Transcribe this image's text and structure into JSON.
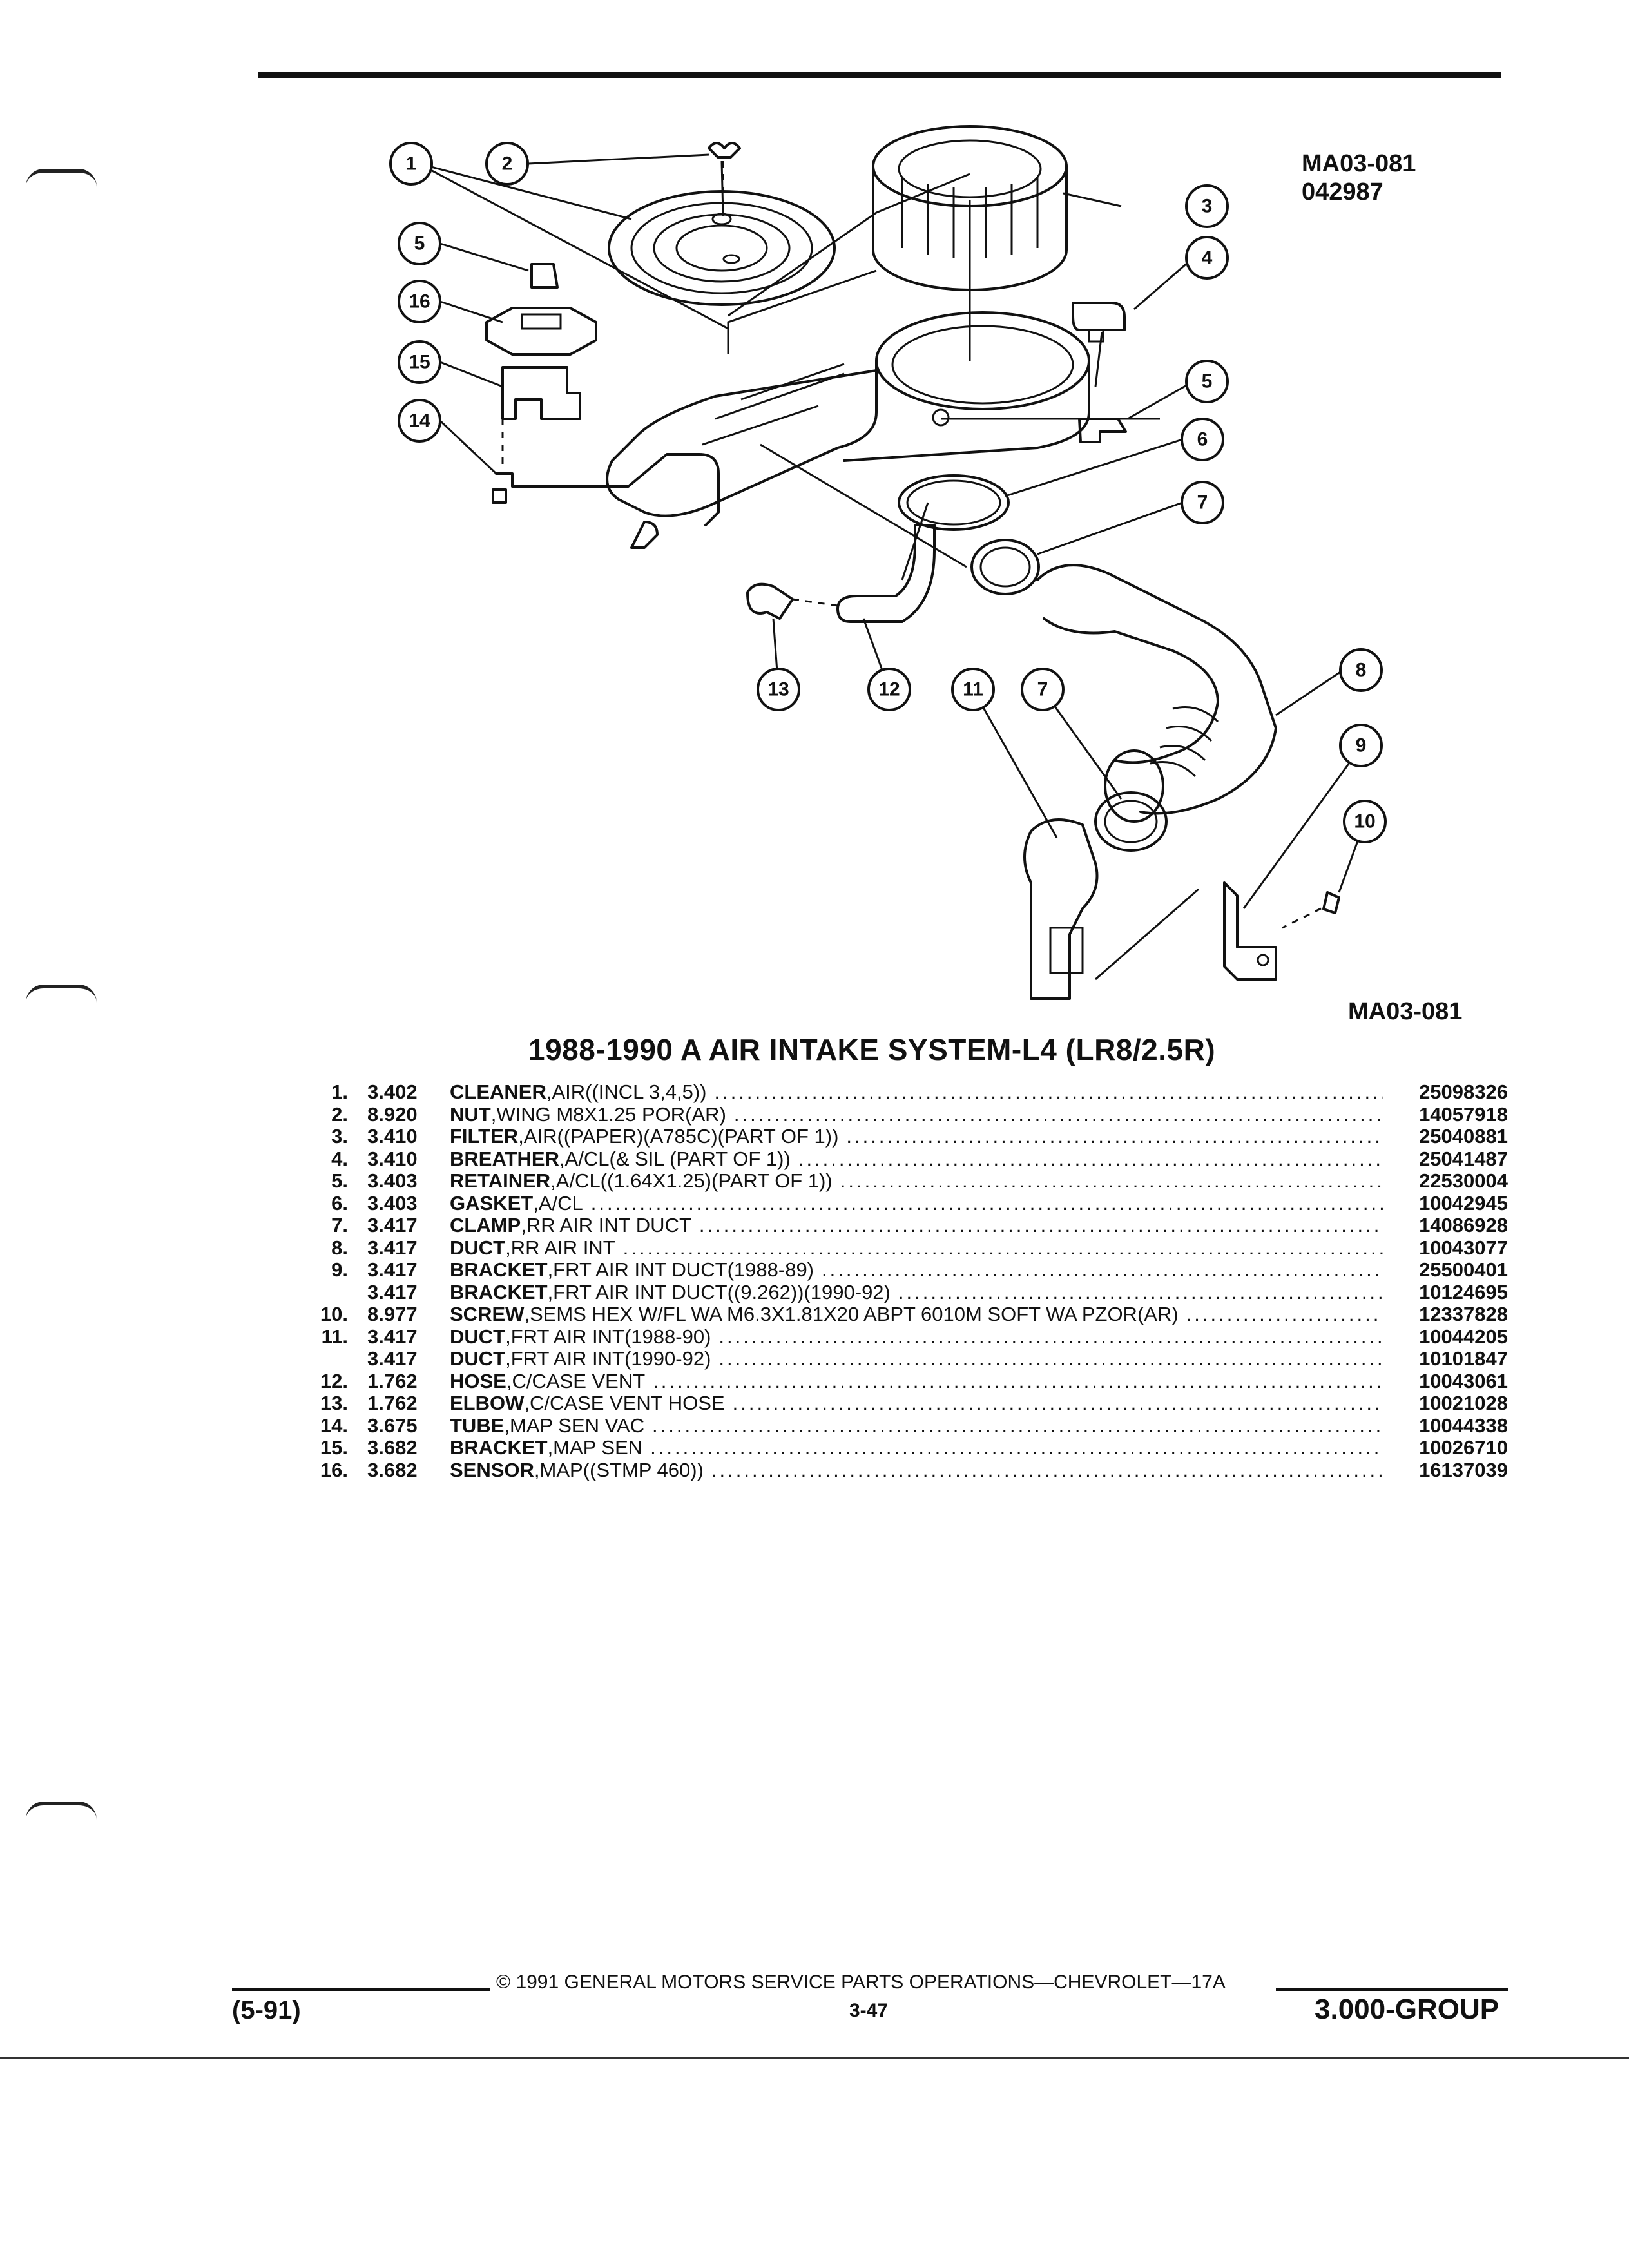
{
  "ref_code_top": "MA03-081",
  "ref_date": "042987",
  "ref_code_bottom": "MA03-081",
  "title": "1988-1990 A AIR INTAKE SYSTEM-L4 (LR8/2.5R)",
  "callouts": [
    "1",
    "2",
    "3",
    "4",
    "5",
    "5",
    "6",
    "7",
    "7",
    "8",
    "9",
    "10",
    "11",
    "12",
    "13",
    "14",
    "15",
    "16"
  ],
  "parts": [
    {
      "num": "1.",
      "grp": "3.402",
      "name": "CLEANER",
      "spec": ",AIR((INCL 3,4,5))",
      "pn": "25098326"
    },
    {
      "num": "2.",
      "grp": "8.920",
      "name": "NUT",
      "spec": ",WING M8X1.25 POR(AR)",
      "pn": "14057918"
    },
    {
      "num": "3.",
      "grp": "3.410",
      "name": "FILTER",
      "spec": ",AIR((PAPER)(A785C)(PART OF 1))",
      "pn": "25040881"
    },
    {
      "num": "4.",
      "grp": "3.410",
      "name": "BREATHER",
      "spec": ",A/CL(& SIL (PART OF 1))",
      "pn": "25041487"
    },
    {
      "num": "5.",
      "grp": "3.403",
      "name": "RETAINER",
      "spec": ",A/CL((1.64X1.25)(PART OF 1))",
      "pn": "22530004"
    },
    {
      "num": "6.",
      "grp": "3.403",
      "name": "GASKET",
      "spec": ",A/CL",
      "pn": "10042945"
    },
    {
      "num": "7.",
      "grp": "3.417",
      "name": "CLAMP",
      "spec": ",RR AIR INT DUCT",
      "pn": "14086928"
    },
    {
      "num": "8.",
      "grp": "3.417",
      "name": "DUCT",
      "spec": ",RR AIR INT",
      "pn": "10043077"
    },
    {
      "num": "9.",
      "grp": "3.417",
      "name": "BRACKET",
      "spec": ",FRT AIR INT DUCT(1988-89)",
      "pn": "25500401"
    },
    {
      "num": "",
      "grp": "3.417",
      "name": "BRACKET",
      "spec": ",FRT AIR INT DUCT((9.262))(1990-92)",
      "pn": "10124695"
    },
    {
      "num": "10.",
      "grp": "8.977",
      "name": "SCREW",
      "spec": ",SEMS HEX W/FL WA M6.3X1.81X20 ABPT 6010M SOFT WA PZOR(AR)",
      "pn": "12337828"
    },
    {
      "num": "11.",
      "grp": "3.417",
      "name": "DUCT",
      "spec": ",FRT AIR INT(1988-90)",
      "pn": "10044205"
    },
    {
      "num": "",
      "grp": "3.417",
      "name": "DUCT",
      "spec": ",FRT AIR INT(1990-92)",
      "pn": "10101847"
    },
    {
      "num": "12.",
      "grp": "1.762",
      "name": "HOSE",
      "spec": ",C/CASE VENT",
      "pn": "10043061"
    },
    {
      "num": "13.",
      "grp": "1.762",
      "name": "ELBOW",
      "spec": ",C/CASE VENT HOSE",
      "pn": "10021028"
    },
    {
      "num": "14.",
      "grp": "3.675",
      "name": "TUBE",
      "spec": ",MAP SEN VAC",
      "pn": "10044338"
    },
    {
      "num": "15.",
      "grp": "3.682",
      "name": "BRACKET",
      "spec": ",MAP SEN",
      "pn": "10026710"
    },
    {
      "num": "16.",
      "grp": "3.682",
      "name": "SENSOR",
      "spec": ",MAP((STMP 460))",
      "pn": "16137039"
    }
  ],
  "footer": {
    "copyright": "© 1991 GENERAL MOTORS SERVICE PARTS OPERATIONS—CHEVROLET—17A",
    "page": "3-47",
    "date_code": "(5-91)",
    "group": "3.000-GROUP"
  }
}
